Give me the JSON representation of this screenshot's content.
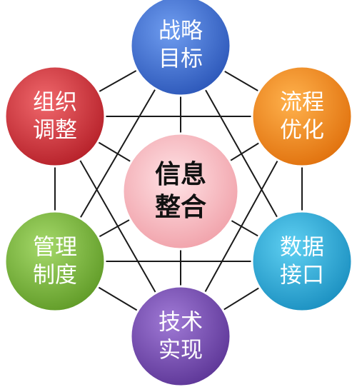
{
  "center": {
    "line1": "信息",
    "line2": "整合",
    "color": "#f2a0a8"
  },
  "nodes": [
    {
      "id": "strategy",
      "line1": "战略",
      "line2": "目标",
      "color": "#3f73d6"
    },
    {
      "id": "process",
      "line1": "流程",
      "line2": "优化",
      "color": "#f08a1e"
    },
    {
      "id": "data",
      "line1": "数据",
      "line2": "接口",
      "color": "#25a9d8"
    },
    {
      "id": "tech",
      "line1": "技术",
      "line2": "实现",
      "color": "#7a4fb3"
    },
    {
      "id": "management",
      "line1": "管理",
      "line2": "制度",
      "color": "#7fba3a"
    },
    {
      "id": "organization",
      "line1": "组织",
      "line2": "调整",
      "color": "#d8333b"
    }
  ]
}
